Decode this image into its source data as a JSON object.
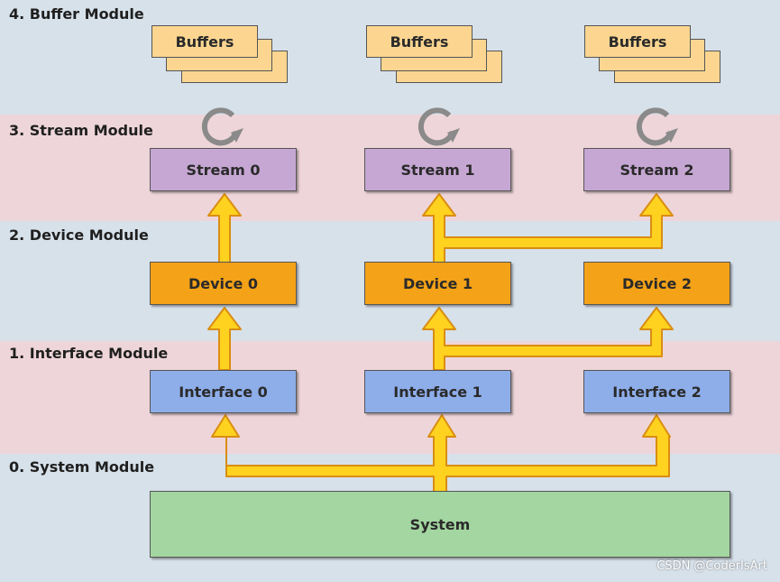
{
  "modules": {
    "buffer": "4. Buffer Module",
    "stream": "3. Stream Module",
    "device": "2. Device Module",
    "interface": "1. Interface Module",
    "system": "0. System Module"
  },
  "buffers": [
    "Buffers",
    "Buffers",
    "Buffers"
  ],
  "streams": [
    "Stream 0",
    "Stream 1",
    "Stream 2"
  ],
  "devices": [
    "Device 0",
    "Device 1",
    "Device 2"
  ],
  "interfaces": [
    "Interface 0",
    "Interface 1",
    "Interface 2"
  ],
  "system": "System",
  "watermark": "CSDN @CoderIsArt",
  "colors": {
    "band_blue": "#d7e1ea",
    "band_pink": "#eed5d9",
    "buffer_fill": "#fcd691",
    "stream_fill": "#c6a7d3",
    "device_fill": "#f4a217",
    "interface_fill": "#8eaeea",
    "system_fill": "#a3d6a1",
    "arrow_fill": "#ffd21f",
    "arrow_outline": "#d98d12",
    "cycle_icon": "#8a8a8a"
  },
  "icons": {
    "cycle": "cycle-arrow-icon",
    "arrow": "yellow-up-arrow-icon"
  }
}
